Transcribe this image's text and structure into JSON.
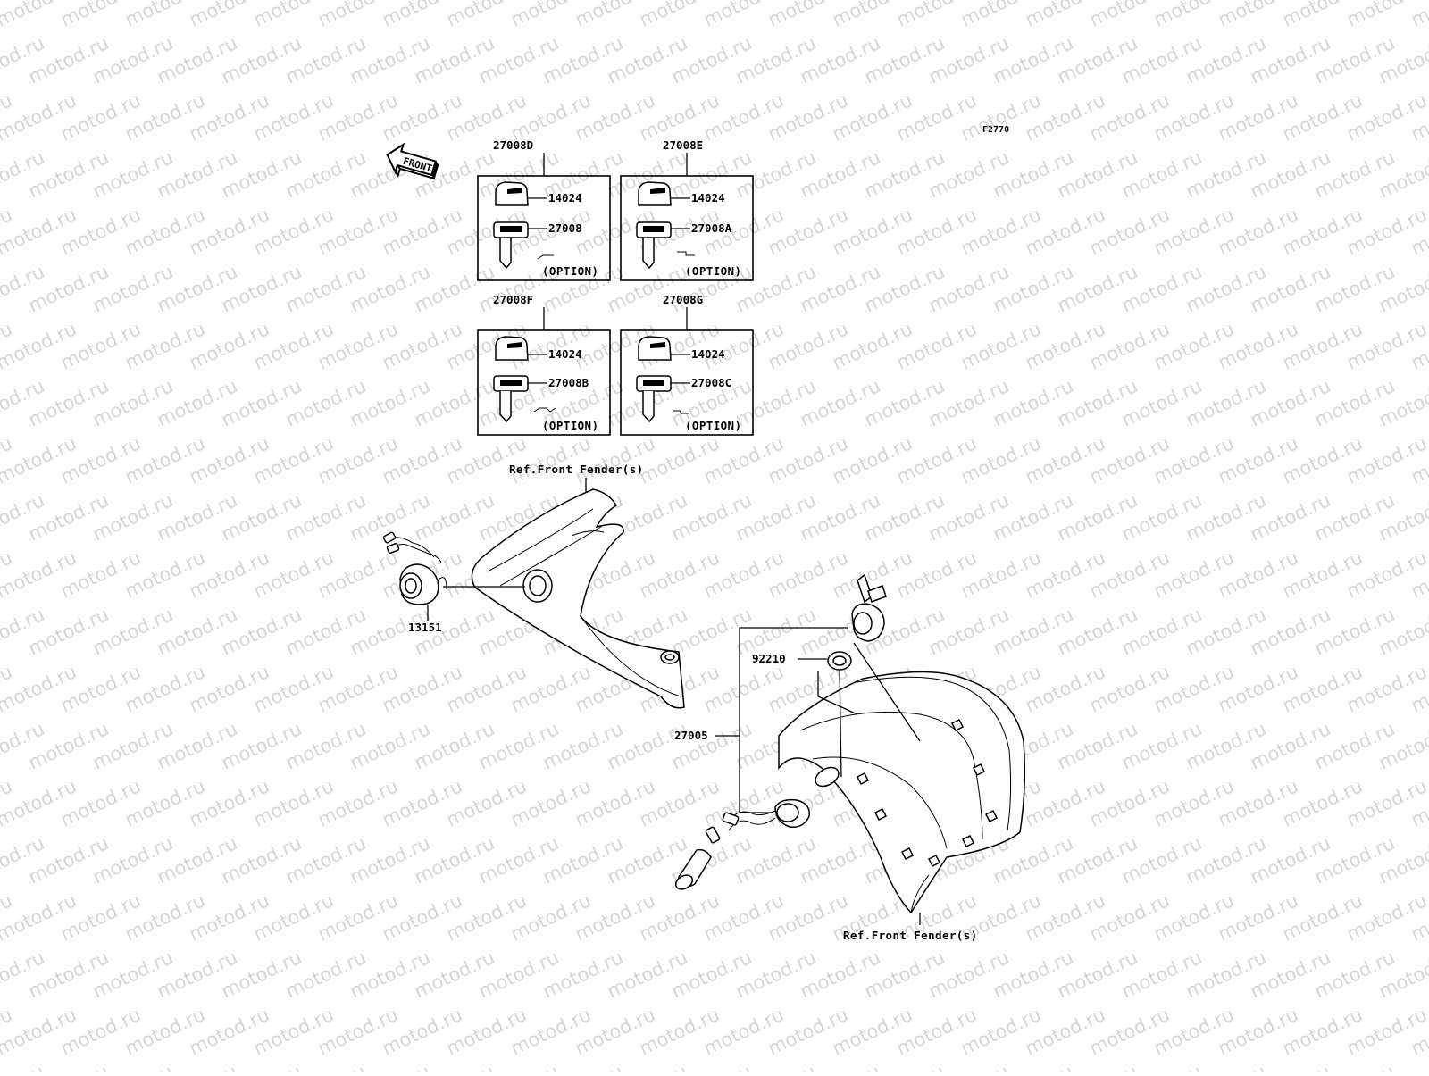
{
  "watermark": "motod.ru",
  "figure_code": "F2770",
  "front_label": "FRONT",
  "kits": [
    {
      "kit": "27008D",
      "cap": "14024",
      "key": "27008",
      "option": "(OPTION)"
    },
    {
      "kit": "27008E",
      "cap": "14024",
      "key": "27008A",
      "option": "(OPTION)"
    },
    {
      "kit": "27008F",
      "cap": "14024",
      "key": "27008B",
      "option": "(OPTION)"
    },
    {
      "kit": "27008G",
      "cap": "14024",
      "key": "27008C",
      "option": "(OPTION)"
    }
  ],
  "left_assembly": {
    "ref_label": "Ref.Front Fender(s)",
    "part": "13151"
  },
  "right_assembly": {
    "ref_label": "Ref.Front Fender(s)",
    "washer_part": "92210",
    "switch_part": "27005"
  }
}
